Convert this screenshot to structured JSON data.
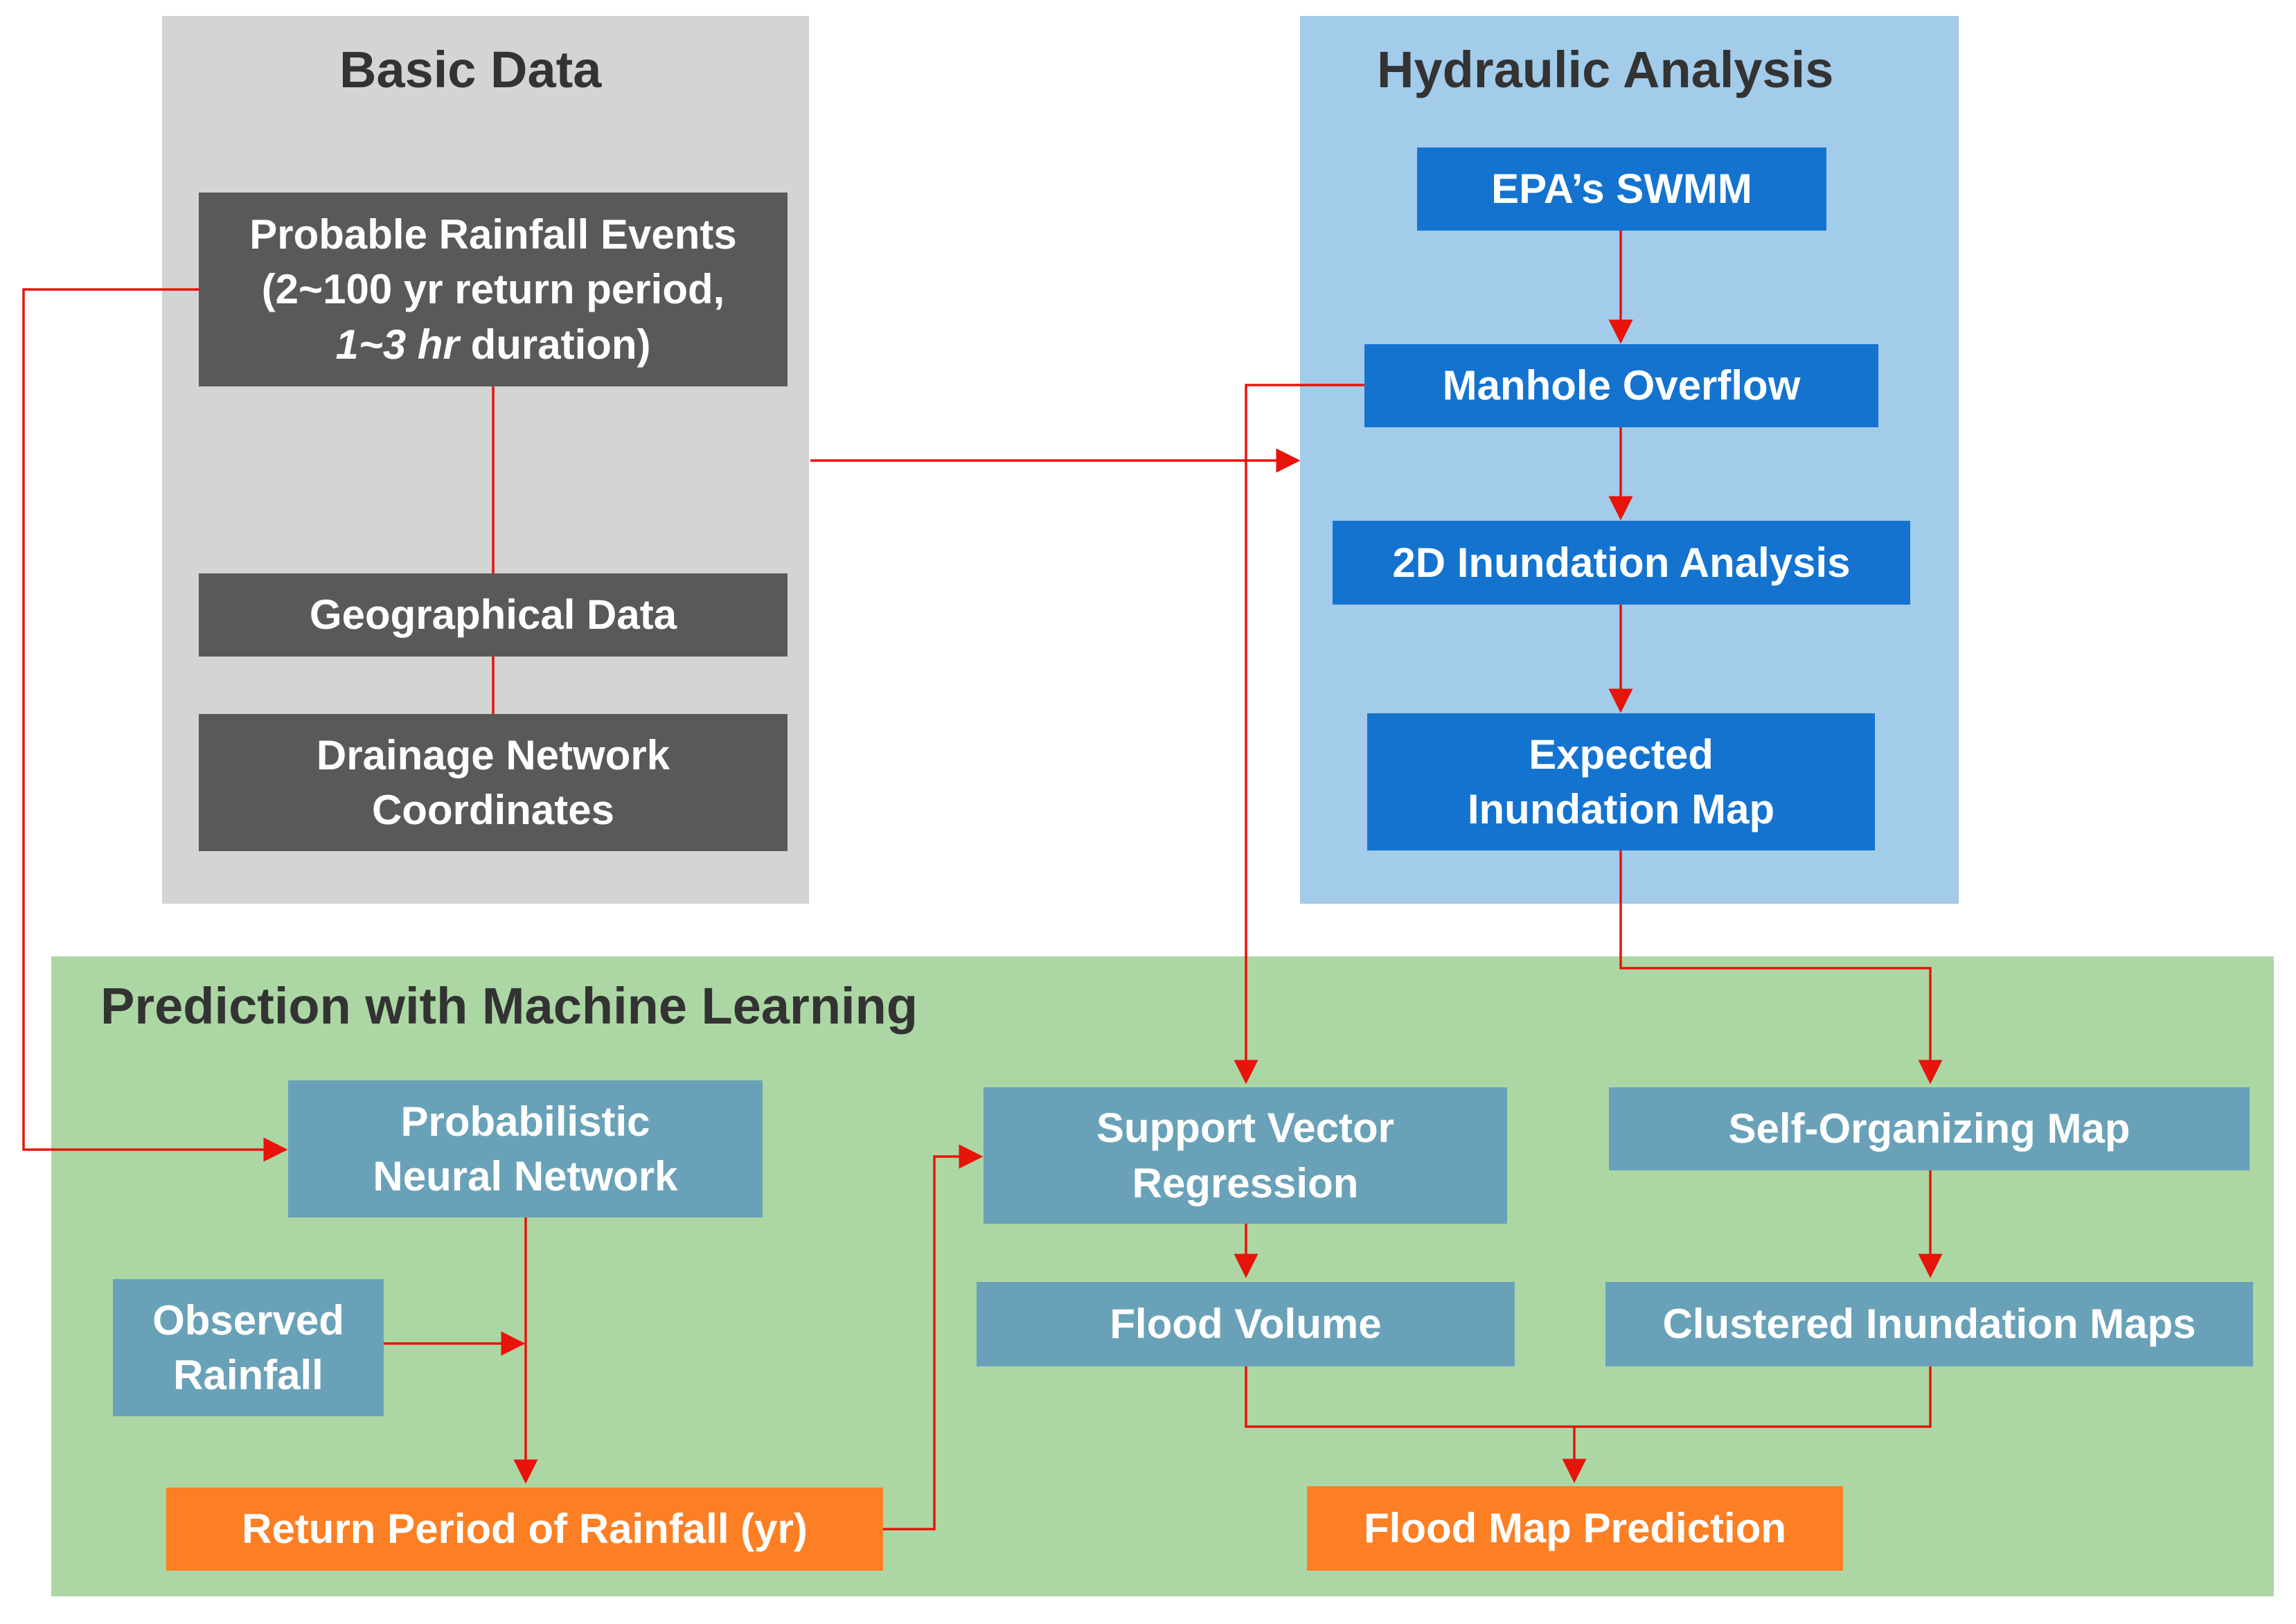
{
  "panels": {
    "basic_data": {
      "title": "Basic Data",
      "color": "#d4d4d4"
    },
    "hydraulic": {
      "title": "Hydraulic Analysis",
      "color": "#a3cbea"
    },
    "ml": {
      "title": "Prediction with Machine Learning",
      "color": "#acd7a4"
    }
  },
  "boxes": {
    "rainfall_events": {
      "line1": "Probable Rainfall Events",
      "line2": "(2~100 yr return period,",
      "line3_italic": "1~3 hr",
      "line3_rest": " duration)"
    },
    "geographical": {
      "line1": "Geographical Data"
    },
    "drainage": {
      "line1": "Drainage Network",
      "line2": "Coordinates"
    },
    "swmm": {
      "line1": "EPA’s SWMM"
    },
    "manhole": {
      "line1": "Manhole Overflow"
    },
    "inundation_2d": {
      "line1": "2D Inundation Analysis"
    },
    "expected_map": {
      "line1": "Expected",
      "line2": "Inundation Map"
    },
    "pnn": {
      "line1": "Probabilistic",
      "line2": "Neural Network"
    },
    "observed": {
      "line1": "Observed",
      "line2": "Rainfall"
    },
    "return_period": {
      "line1": "Return Period of Rainfall (yr)"
    },
    "svr": {
      "line1": "Support Vector",
      "line2": "Regression"
    },
    "flood_volume": {
      "line1": "Flood Volume"
    },
    "som": {
      "line1": "Self-Organizing Map"
    },
    "clustered": {
      "line1": "Clustered Inundation Maps"
    },
    "flood_prediction": {
      "line1": "Flood Map Prediction"
    }
  },
  "colors": {
    "gray_box": "#595959",
    "blue_box": "#1473cf",
    "teal_box": "#69a2b8",
    "orange_box": "#fd7f24",
    "arrow": "#e8130b"
  }
}
